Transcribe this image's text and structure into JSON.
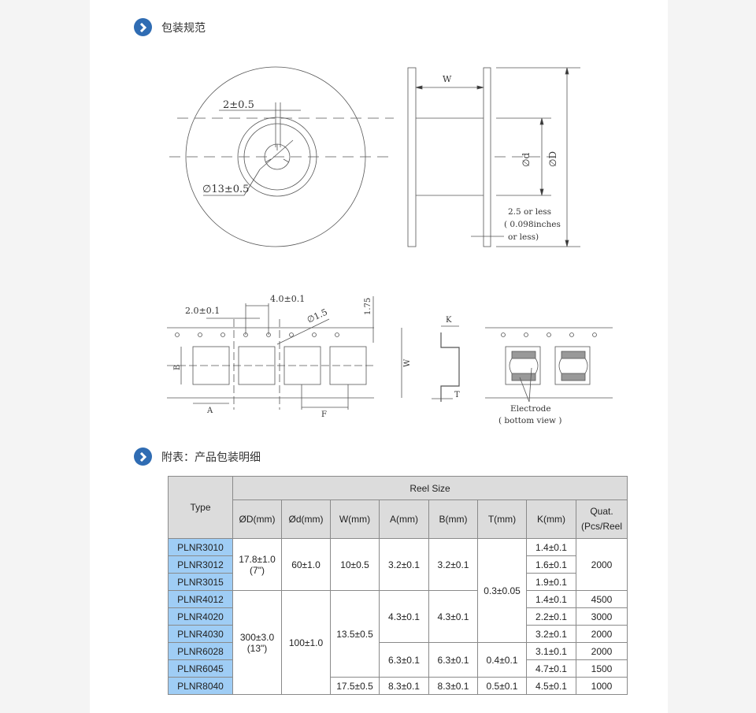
{
  "section1": {
    "title": "包装规范",
    "icon": "chevron-right-circle-icon"
  },
  "reel_drawing": {
    "slot_width": "2±0.5",
    "hub_diameter": "∅13±0.5",
    "width_label": "W",
    "small_diameter": "∅d",
    "large_diameter": "∅D",
    "flange_note_1": "2.5 or less",
    "flange_note_2": "( 0.098inches",
    "flange_note_3": "or less)"
  },
  "tape_drawing": {
    "hole_offset": "2.0±0.1",
    "hole_pitch": "4.0±0.1",
    "hole_diameter": "∅1.5",
    "edge_distance": "1.75",
    "label_a": "A",
    "label_b": "B",
    "label_f": "F",
    "label_w": "W",
    "label_k": "K",
    "label_t": "T",
    "electrode_label": "Electrode",
    "electrode_sub": "( bottom view )"
  },
  "section2": {
    "title": "附表：产品包装明细",
    "icon": "chevron-right-circle-icon"
  },
  "table": {
    "type_header": "Type",
    "group_header": "Reel Size",
    "columns": [
      "ØD(mm)",
      "Ød(mm)",
      "W(mm)",
      "A(mm)",
      "B(mm)",
      "T(mm)",
      "K(mm)",
      "Quat.(Pcs/Reel"
    ],
    "types": [
      "PLNR3010",
      "PLNR3012",
      "PLNR3015",
      "PLNR4012",
      "PLNR4020",
      "PLNR4030",
      "PLNR6028",
      "PLNR6045",
      "PLNR8040"
    ],
    "D": [
      "17.8±1.0",
      "(7\")",
      "300±3.0",
      "(13\")"
    ],
    "d": [
      "60±1.0",
      "100±1.0"
    ],
    "W": [
      "10±0.5",
      "13.5±0.5",
      "17.5±0.5"
    ],
    "A": [
      "3.2±0.1",
      "4.3±0.1",
      "6.3±0.1",
      "8.3±0.1"
    ],
    "B": [
      "3.2±0.1",
      "4.3±0.1",
      "6.3±0.1",
      "8.3±0.1"
    ],
    "T": [
      "0.3±0.05",
      "0.4±0.1",
      "0.5±0.1"
    ],
    "K": [
      "1.4±0.1",
      "1.6±0.1",
      "1.9±0.1",
      "1.4±0.1",
      "2.2±0.1",
      "3.2±0.1",
      "3.1±0.1",
      "4.7±0.1",
      "4.5±0.1"
    ],
    "Q": [
      "2000",
      "4500",
      "3000",
      "2000",
      "2000",
      "1500",
      "1000"
    ]
  }
}
